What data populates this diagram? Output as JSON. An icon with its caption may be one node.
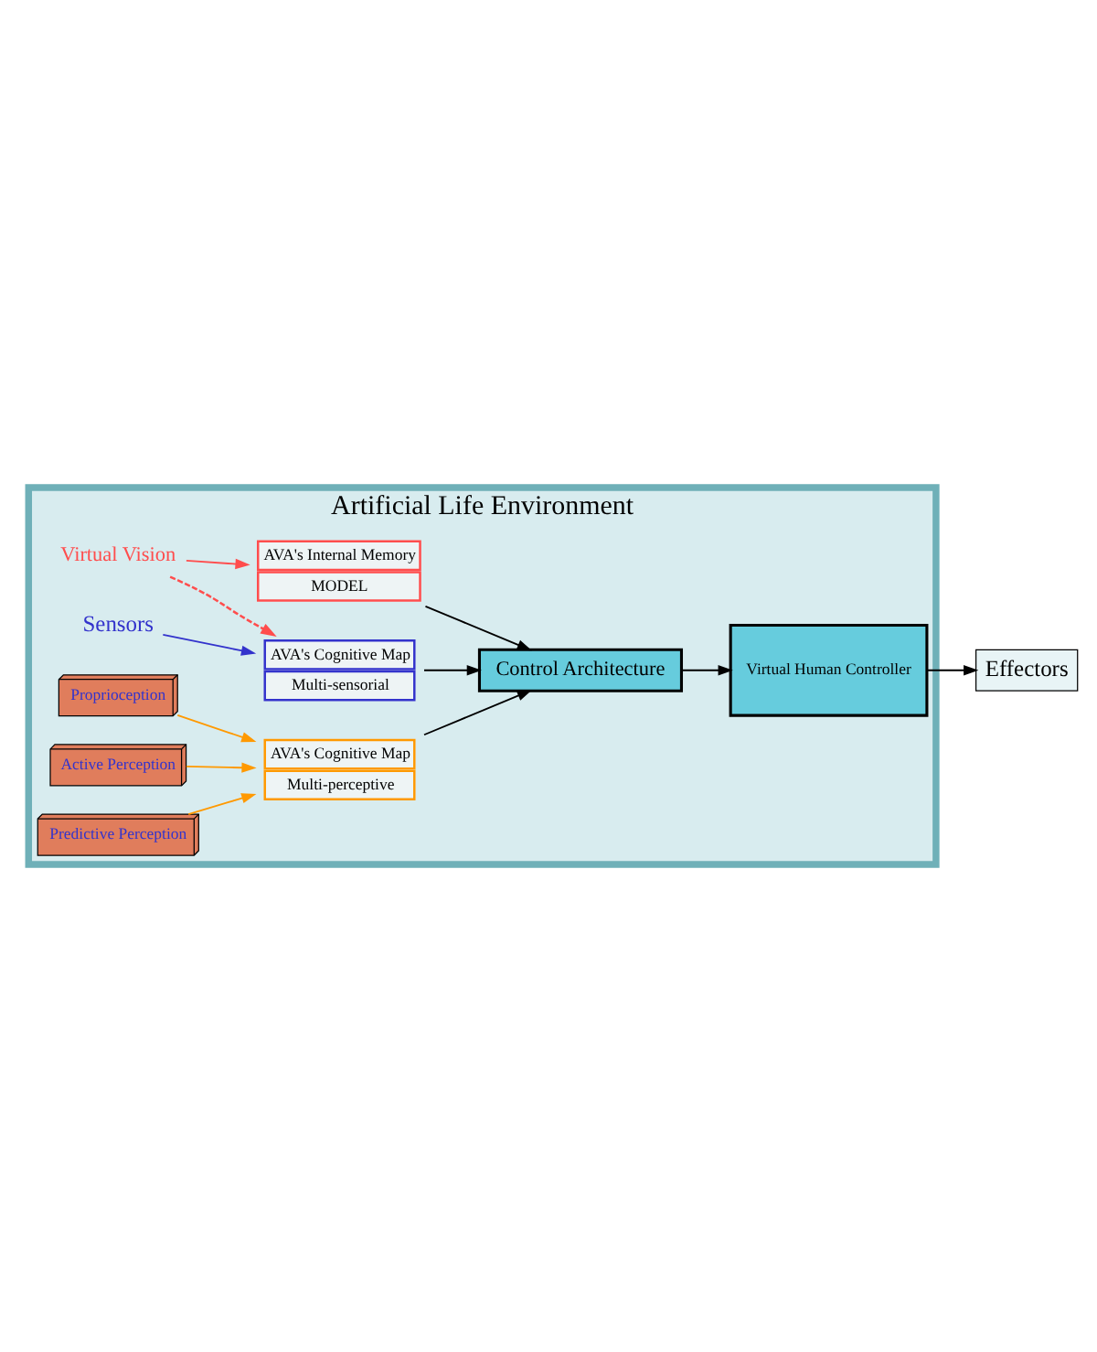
{
  "diagram": {
    "nodes": [
      {
        "text": [
          "Artificial Life Environment"
        ]
      },
      {
        "text": [
          "Virtual Vision"
        ],
        "in": 0
      },
      {
        "text": [
          "Sensors"
        ],
        "in": 0
      },
      {
        "text": [
          "AVA's Internal Memory",
          "MODEL"
        ],
        "in": 0
      },
      {
        "text": [
          "AVA's Cognitive Map",
          "Multi-sensorial"
        ],
        "in": 0
      },
      {
        "text": [
          "AVA's Cognitive Map",
          "Multi-perceptive"
        ],
        "in": 0
      },
      {
        "text": [
          "Control Architecture"
        ],
        "in": 0
      },
      {
        "text": [
          "Proprioception"
        ],
        "in": 0
      },
      {
        "text": [
          "Active Perception"
        ],
        "in": 0
      },
      {
        "text": [
          "Predictive Perception"
        ],
        "in": 0
      },
      {
        "text": [
          "Virtual Human Controller"
        ],
        "in": 0
      },
      {
        "text": [
          "Effectors"
        ]
      }
    ],
    "edges": [
      {
        "from": 1,
        "to": 3,
        "arrow": "to",
        "color": "#ff4d4d"
      },
      {
        "from": 1,
        "to": 4,
        "arrow": "to",
        "style": "dashed",
        "color": "#ff4d4d"
      },
      {
        "from": 2,
        "to": 4,
        "arrow": "to",
        "color": "#3333cc"
      },
      {
        "from": 3,
        "to": 6,
        "arrow": "to"
      },
      {
        "from": 4,
        "to": 6,
        "arrow": "to"
      },
      {
        "from": 5,
        "to": 6,
        "arrow": "to"
      },
      {
        "from": 7,
        "to": 5,
        "arrow": "to",
        "color": "#ff9900"
      },
      {
        "from": 8,
        "to": 5,
        "arrow": "to",
        "color": "#ff9900"
      },
      {
        "from": 9,
        "to": 5,
        "arrow": "to",
        "color": "#ff9900"
      },
      {
        "from": 6,
        "to": 10,
        "arrow": "to"
      },
      {
        "from": 10,
        "to": 11,
        "arrow": "to"
      }
    ]
  }
}
